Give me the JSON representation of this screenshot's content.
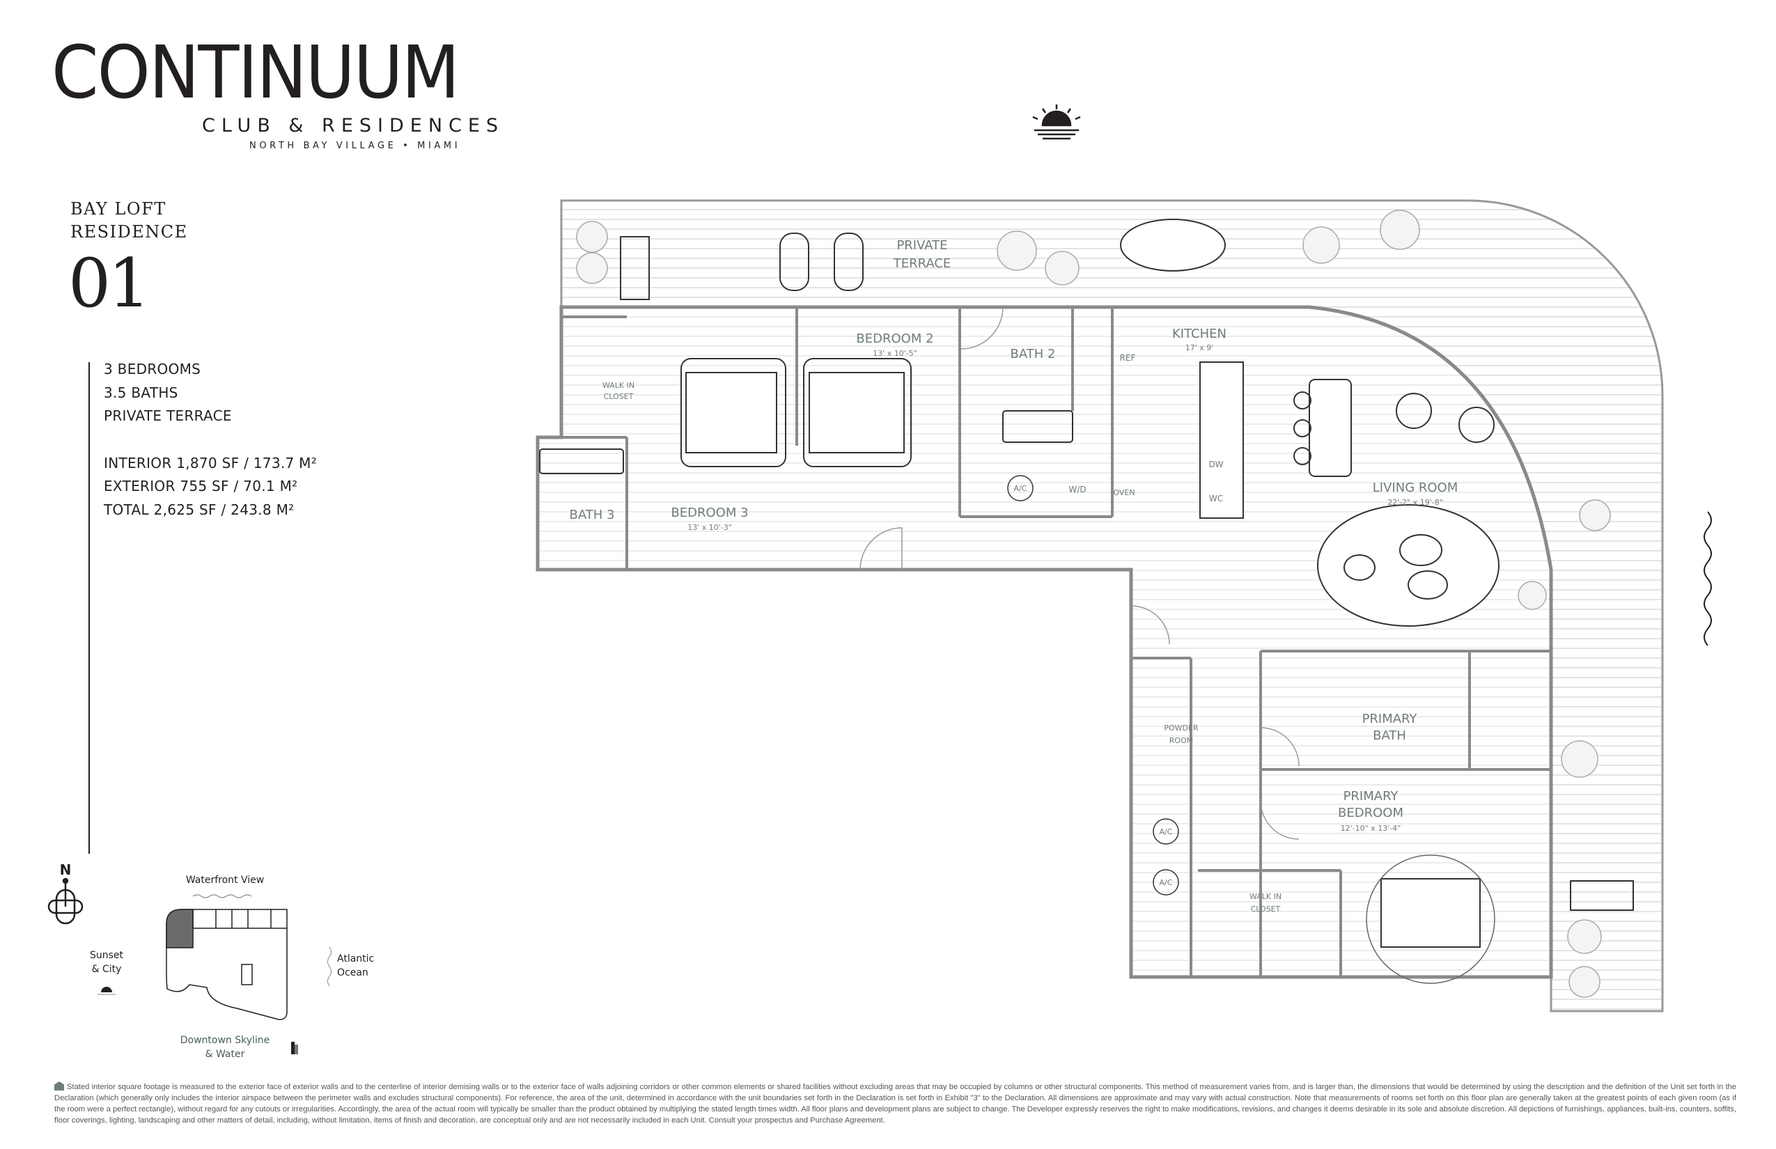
{
  "brand": {
    "name": "CONTINUUM",
    "subtitle": "CLUB & RESIDENCES",
    "location": "NORTH BAY VILLAGE • MIAMI"
  },
  "residence": {
    "type_line1": "BAY LOFT",
    "type_line2": "RESIDENCE",
    "number": "01"
  },
  "specs": {
    "bedrooms": "3 BEDROOMS",
    "baths": "3.5 BATHS",
    "terrace": "PRIVATE TERRACE",
    "interior": "INTERIOR 1,870 SF / 173.7 M²",
    "exterior": "EXTERIOR 755 SF / 70.1 M²",
    "total": "TOTAL  2,625 SF / 243.8 M²"
  },
  "plan": {
    "private_terrace": [
      "PRIVATE",
      "TERRACE"
    ],
    "bedroom2": {
      "label": "BEDROOM 2",
      "dims": "13' x 10'-5\""
    },
    "bath2": "BATH 2",
    "ref": "REF",
    "kitchen": {
      "label": "KITCHEN",
      "dims": "17' x 9'"
    },
    "walk_in_closet_1": [
      "WALK IN",
      "CLOSET"
    ],
    "dw": "DW",
    "wc": "WC",
    "oven": "OVEN",
    "ac": "A/C",
    "wd": "W/D",
    "bedroom3": {
      "label": "BEDROOM 3",
      "dims": "13' x 10'-3\""
    },
    "bath3": "BATH 3",
    "living_room": {
      "label": "LIVING ROOM",
      "dims": "22'-2\" x 19'-8\""
    },
    "powder_room": [
      "POWDER",
      "ROOM"
    ],
    "primary_bath": [
      "PRIMARY",
      "BATH"
    ],
    "primary_bedroom": {
      "label": [
        "PRIMARY",
        "BEDROOM"
      ],
      "dims": "12'-10\" x 13'-4\""
    },
    "walk_in_closet_2": [
      "WALK IN",
      "CLOSET"
    ]
  },
  "key_plan": {
    "north": "N",
    "top": "Waterfront View",
    "left": [
      "Sunset",
      "& City"
    ],
    "right": [
      "Atlantic",
      "Ocean"
    ],
    "bottom": [
      "Downtown Skyline",
      "& Water"
    ]
  },
  "disclaimer": "Stated interior square footage is measured to the exterior face of exterior walls and to the centerline of interior demising walls or to the exterior face of walls adjoining corridors or other common elements or shared facilities without excluding areas that may be occupied by columns or other structural components. This method of measurement varies from, and is larger than, the dimensions that would be determined by using the description and the definition of the Unit set forth in the Declaration (which generally only includes the interior airspace between the perimeter walls and excludes structural components). For reference, the area of the unit, determined in accordance with the unit boundaries set forth in the Declaration is set forth in Exhibit \"3\" to the Declaration. All dimensions are approximate and may vary with actual construction. Note that measurements of rooms set forth on this floor plan are generally taken at the greatest points of each given room (as if the room were a perfect rectangle), without regard for any cutouts or irregularities. Accordingly, the area of the actual room will typically be smaller than the product obtained by multiplying the stated length times width. All floor plans and development plans are subject to change. The Developer expressly reserves the right to make modifications, revisions, and changes it deems desirable in its sole and absolute discretion. All depictions of furnishings, appliances, built-ins, counters, soffits, floor coverings, lighting, landscaping and other matters of detail, including, without limitation, items of finish and decoration, are conceptual only and are not necessarily included in each Unit. Consult your prospectus and Purchase Agreement.",
  "colors": {
    "label": "#6f7d78",
    "ink": "#231f20",
    "wall": "#8a8a8a",
    "deck": "#dcdcdc"
  }
}
